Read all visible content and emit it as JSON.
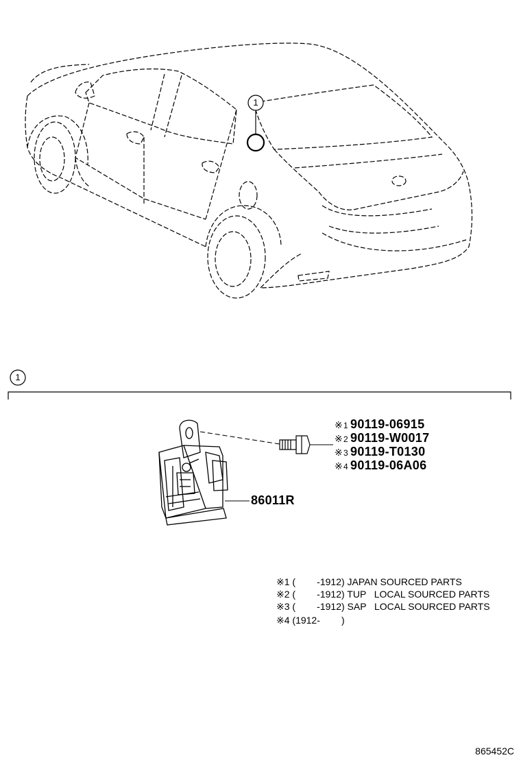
{
  "callout": {
    "ref": "1"
  },
  "section": {
    "ref": "1"
  },
  "bolt_parts": [
    {
      "mark": "※",
      "idx": "1",
      "number": "90119-06915"
    },
    {
      "mark": "※",
      "idx": "2",
      "number": "90119-W0017"
    },
    {
      "mark": "※",
      "idx": "3",
      "number": "90119-T0130"
    },
    {
      "mark": "※",
      "idx": "4",
      "number": "90119-06A06"
    }
  ],
  "main_part": {
    "number": "86011R"
  },
  "notes": [
    "※1 (        -1912) JAPAN SOURCED PARTS",
    "※2 (        -1912) TUP   LOCAL SOURCED PARTS",
    "※3 (        -1912) SAP   LOCAL SOURCED PARTS",
    "※4 (1912-        )"
  ],
  "diagram_id": "865452C"
}
